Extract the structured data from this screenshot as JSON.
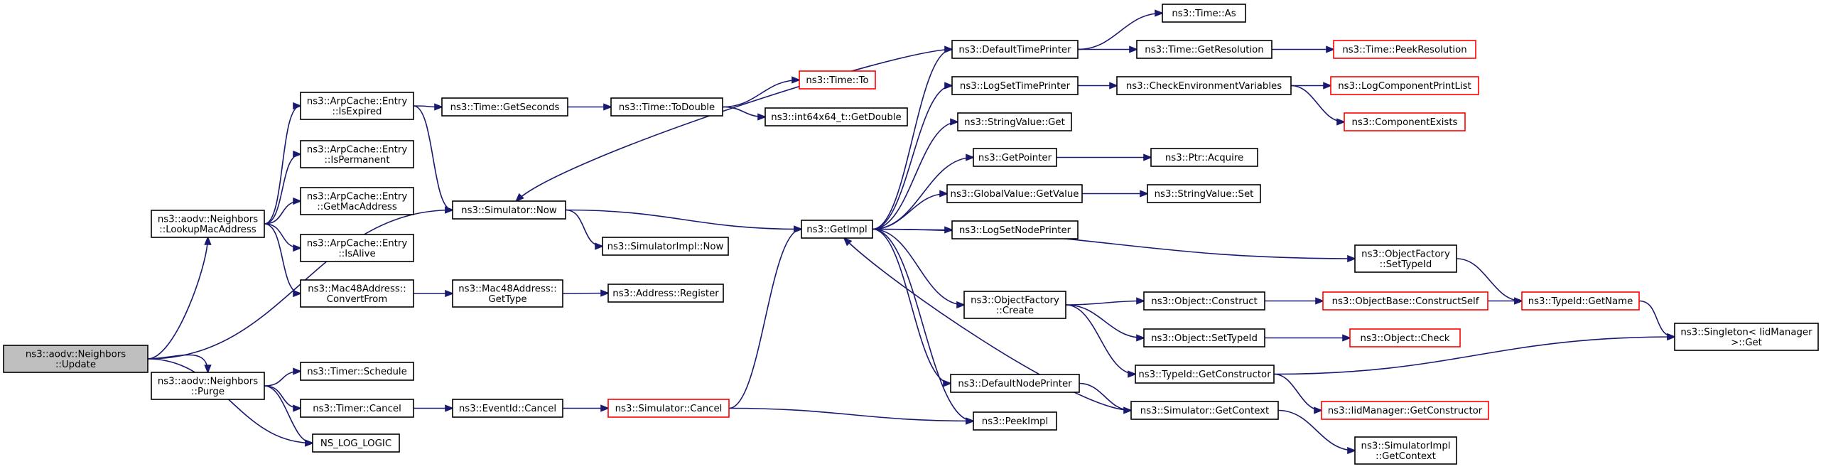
{
  "nodes": [
    {
      "id": "update",
      "lines": [
        "ns3::aodv::Neighbors",
        "::Update"
      ],
      "style": "grey"
    },
    {
      "id": "lookup",
      "lines": [
        "ns3::aodv::Neighbors",
        "::LookupMacAddress"
      ]
    },
    {
      "id": "purge",
      "lines": [
        "ns3::aodv::Neighbors",
        "::Purge"
      ]
    },
    {
      "id": "nslog",
      "lines": [
        "NS_LOG_LOGIC"
      ]
    },
    {
      "id": "isexpired",
      "lines": [
        "ns3::ArpCache::Entry",
        "::IsExpired"
      ]
    },
    {
      "id": "ispermanent",
      "lines": [
        "ns3::ArpCache::Entry",
        "::IsPermanent"
      ]
    },
    {
      "id": "getmac",
      "lines": [
        "ns3::ArpCache::Entry",
        "::GetMacAddress"
      ]
    },
    {
      "id": "isalive",
      "lines": [
        "ns3::ArpCache::Entry",
        "::IsAlive"
      ]
    },
    {
      "id": "convertfrom",
      "lines": [
        "ns3::Mac48Address::",
        "ConvertFrom"
      ]
    },
    {
      "id": "timersched",
      "lines": [
        "ns3::Timer::Schedule"
      ]
    },
    {
      "id": "timercancel",
      "lines": [
        "ns3::Timer::Cancel"
      ]
    },
    {
      "id": "simnow",
      "lines": [
        "ns3::Simulator::Now"
      ]
    },
    {
      "id": "getseconds",
      "lines": [
        "ns3::Time::GetSeconds"
      ]
    },
    {
      "id": "mac48gettype",
      "lines": [
        "ns3::Mac48Address::",
        "GetType"
      ]
    },
    {
      "id": "eventcancel",
      "lines": [
        "ns3::EventId::Cancel"
      ]
    },
    {
      "id": "todouble",
      "lines": [
        "ns3::Time::ToDouble"
      ]
    },
    {
      "id": "simimplnow",
      "lines": [
        "ns3::SimulatorImpl::Now"
      ]
    },
    {
      "id": "addrregister",
      "lines": [
        "ns3::Address::Register"
      ]
    },
    {
      "id": "simcancel",
      "lines": [
        "ns3::Simulator::Cancel"
      ],
      "style": "red"
    },
    {
      "id": "timeto",
      "lines": [
        "ns3::Time::To"
      ],
      "style": "red"
    },
    {
      "id": "int64getdouble",
      "lines": [
        "ns3::int64x64_t::GetDouble"
      ]
    },
    {
      "id": "getimpl",
      "lines": [
        "ns3::GetImpl"
      ]
    },
    {
      "id": "deftimeprinter",
      "lines": [
        "ns3::DefaultTimePrinter"
      ]
    },
    {
      "id": "logsettimeprinter",
      "lines": [
        "ns3::LogSetTimePrinter"
      ]
    },
    {
      "id": "stringvalueget",
      "lines": [
        "ns3::StringValue::Get"
      ]
    },
    {
      "id": "getpointer",
      "lines": [
        "ns3::GetPointer"
      ]
    },
    {
      "id": "globalvalueget",
      "lines": [
        "ns3::GlobalValue::GetValue"
      ]
    },
    {
      "id": "logsetnodeprinter",
      "lines": [
        "ns3::LogSetNodePrinter"
      ]
    },
    {
      "id": "ofcreate",
      "lines": [
        "ns3::ObjectFactory",
        "::Create"
      ]
    },
    {
      "id": "defnodeprinter",
      "lines": [
        "ns3::DefaultNodePrinter"
      ]
    },
    {
      "id": "peekimpl",
      "lines": [
        "ns3::PeekImpl"
      ]
    },
    {
      "id": "timeas",
      "lines": [
        "ns3::Time::As"
      ]
    },
    {
      "id": "timegetres",
      "lines": [
        "ns3::Time::GetResolution"
      ]
    },
    {
      "id": "checkenv",
      "lines": [
        "ns3::CheckEnvironmentVariables"
      ]
    },
    {
      "id": "ptracquire",
      "lines": [
        "ns3::Ptr::Acquire"
      ]
    },
    {
      "id": "stringvalueset",
      "lines": [
        "ns3::StringValue::Set"
      ]
    },
    {
      "id": "objconstruct",
      "lines": [
        "ns3::Object::Construct"
      ]
    },
    {
      "id": "objsettypeid",
      "lines": [
        "ns3::Object::SetTypeId"
      ]
    },
    {
      "id": "typeidgetctor",
      "lines": [
        "ns3::TypeId::GetConstructor"
      ]
    },
    {
      "id": "simgetcontext",
      "lines": [
        "ns3::Simulator::GetContext"
      ]
    },
    {
      "id": "ofsettypeid",
      "lines": [
        "ns3::ObjectFactory",
        "::SetTypeId"
      ]
    },
    {
      "id": "simimplgetcontext",
      "lines": [
        "ns3::SimulatorImpl",
        "::GetContext"
      ]
    },
    {
      "id": "timepeekres",
      "lines": [
        "ns3::Time::PeekResolution"
      ],
      "style": "red"
    },
    {
      "id": "logcomplist",
      "lines": [
        "ns3::LogComponentPrintList"
      ],
      "style": "red"
    },
    {
      "id": "compexists",
      "lines": [
        "ns3::ComponentExists"
      ],
      "style": "red"
    },
    {
      "id": "objbaseconstructself",
      "lines": [
        "ns3::ObjectBase::ConstructSelf"
      ],
      "style": "red"
    },
    {
      "id": "objcheck",
      "lines": [
        "ns3::Object::Check"
      ],
      "style": "red"
    },
    {
      "id": "iidmgrgetctor",
      "lines": [
        "ns3::IidManager::GetConstructor"
      ],
      "style": "red"
    },
    {
      "id": "typeidgetname",
      "lines": [
        "ns3::TypeId::GetName"
      ],
      "style": "red"
    },
    {
      "id": "singletonget",
      "lines": [
        "ns3::Singleton< IidManager",
        " >::Get"
      ]
    }
  ],
  "edges": [
    [
      "update",
      "lookup"
    ],
    [
      "update",
      "simnow"
    ],
    [
      "update",
      "purge"
    ],
    [
      "update",
      "nslog"
    ],
    [
      "lookup",
      "isexpired"
    ],
    [
      "lookup",
      "ispermanent"
    ],
    [
      "lookup",
      "getmac"
    ],
    [
      "lookup",
      "isalive"
    ],
    [
      "lookup",
      "convertfrom"
    ],
    [
      "isexpired",
      "getseconds"
    ],
    [
      "isexpired",
      "simnow"
    ],
    [
      "convertfrom",
      "mac48gettype"
    ],
    [
      "mac48gettype",
      "addrregister"
    ],
    [
      "getseconds",
      "todouble"
    ],
    [
      "todouble",
      "timeto"
    ],
    [
      "todouble",
      "int64getdouble"
    ],
    [
      "purge",
      "timersched"
    ],
    [
      "purge",
      "timercancel"
    ],
    [
      "purge",
      "nslog"
    ],
    [
      "timercancel",
      "eventcancel"
    ],
    [
      "eventcancel",
      "simcancel"
    ],
    [
      "simcancel",
      "getimpl"
    ],
    [
      "simcancel",
      "peekimpl"
    ],
    [
      "simnow",
      "getimpl"
    ],
    [
      "simnow",
      "simimplnow"
    ],
    [
      "getimpl",
      "deftimeprinter"
    ],
    [
      "getimpl",
      "logsettimeprinter"
    ],
    [
      "getimpl",
      "stringvalueget"
    ],
    [
      "getimpl",
      "getpointer"
    ],
    [
      "getimpl",
      "globalvalueget"
    ],
    [
      "getimpl",
      "logsetnodeprinter"
    ],
    [
      "getimpl",
      "ofsettypeid"
    ],
    [
      "getimpl",
      "ofcreate"
    ],
    [
      "getimpl",
      "defnodeprinter"
    ],
    [
      "getimpl",
      "peekimpl"
    ],
    [
      "deftimeprinter",
      "timeas"
    ],
    [
      "deftimeprinter",
      "timegetres"
    ],
    [
      "deftimeprinter",
      "simnow"
    ],
    [
      "timegetres",
      "timepeekres"
    ],
    [
      "logsettimeprinter",
      "checkenv"
    ],
    [
      "checkenv",
      "logcomplist"
    ],
    [
      "checkenv",
      "compexists"
    ],
    [
      "getpointer",
      "ptracquire"
    ],
    [
      "globalvalueget",
      "stringvalueset"
    ],
    [
      "ofcreate",
      "objconstruct"
    ],
    [
      "ofcreate",
      "objsettypeid"
    ],
    [
      "ofcreate",
      "typeidgetctor"
    ],
    [
      "objconstruct",
      "objbaseconstructself"
    ],
    [
      "objbaseconstructself",
      "typeidgetname"
    ],
    [
      "objsettypeid",
      "objcheck"
    ],
    [
      "typeidgetctor",
      "iidmgrgetctor"
    ],
    [
      "typeidgetctor",
      "singletonget"
    ],
    [
      "ofsettypeid",
      "typeidgetname"
    ],
    [
      "typeidgetname",
      "singletonget"
    ],
    [
      "defnodeprinter",
      "simgetcontext"
    ],
    [
      "simgetcontext",
      "getimpl"
    ],
    [
      "simgetcontext",
      "simimplgetcontext"
    ]
  ]
}
